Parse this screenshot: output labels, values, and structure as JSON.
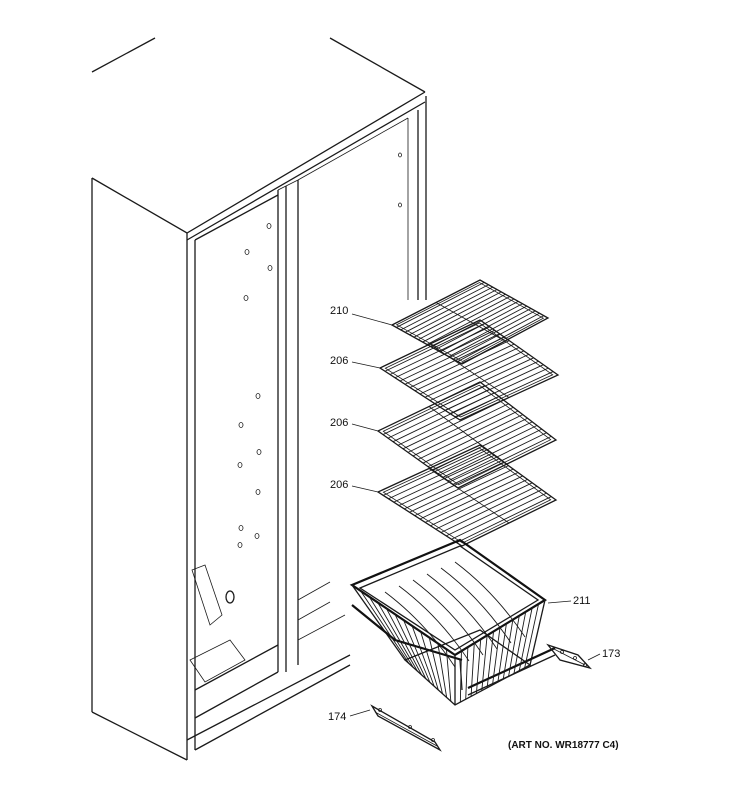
{
  "diagram": {
    "art_number": "(ART NO. WR18777 C4)",
    "callouts": [
      {
        "id": "shelf-top",
        "label": "210"
      },
      {
        "id": "shelf-2",
        "label": "206"
      },
      {
        "id": "shelf-3",
        "label": "206"
      },
      {
        "id": "shelf-4",
        "label": "206"
      },
      {
        "id": "basket",
        "label": "211"
      },
      {
        "id": "slide-right",
        "label": "173"
      },
      {
        "id": "slide-left",
        "label": "174"
      }
    ]
  }
}
